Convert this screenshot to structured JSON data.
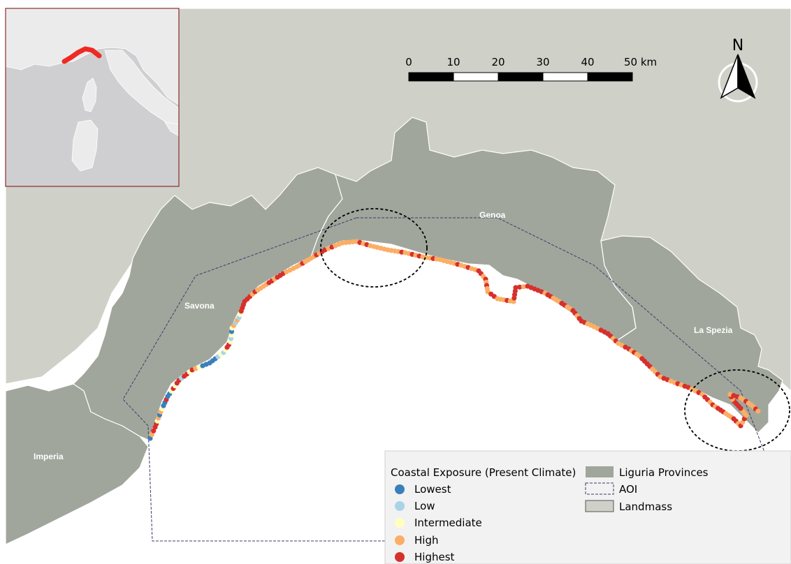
{
  "provinces": [
    {
      "name": "Imperia"
    },
    {
      "name": "Savona"
    },
    {
      "name": "Genoa"
    },
    {
      "name": "La Spezia"
    }
  ],
  "scale_bar": {
    "ticks": [
      "0",
      "10",
      "20",
      "30",
      "40"
    ],
    "end_label": "50 km"
  },
  "north_arrow": {
    "label": "N"
  },
  "legend": {
    "title": "Coastal Exposure (Present Climate)",
    "classes": [
      {
        "label": "Lowest",
        "color": "#3a7fba"
      },
      {
        "label": "Low",
        "color": "#a9d4e8"
      },
      {
        "label": "Intermediate",
        "color": "#ffffc0"
      },
      {
        "label": "High",
        "color": "#fbae66"
      },
      {
        "label": "Highest",
        "color": "#d7302c"
      }
    ],
    "layers": [
      {
        "label": "Liguria Provinces",
        "color": "#a1a69c"
      },
      {
        "label": "AOI",
        "color": "#3b3b6b"
      },
      {
        "label": "Landmass",
        "color": "#cfd0c8"
      }
    ]
  },
  "colors": {
    "sea": "#ffffff",
    "landmass": "#cfd0c8",
    "provinces": "#a1a69c",
    "inset_sea": "#cfcfd2",
    "inset_land": "#ebebec",
    "inset_frame": "#8b2a2a"
  }
}
